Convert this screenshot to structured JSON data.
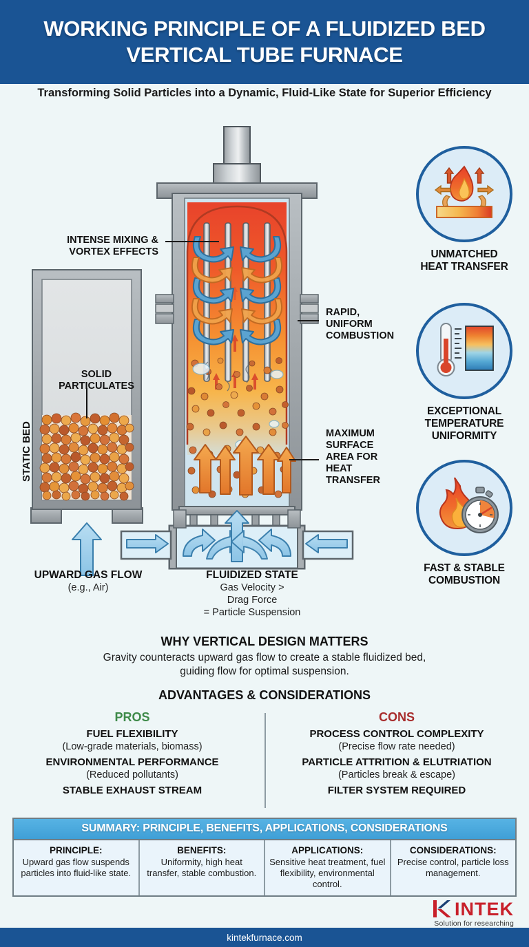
{
  "header": {
    "title": "WORKING PRINCIPLE OF A FLUIDIZED BED VERTICAL TUBE FURNACE",
    "subtitle": "Transforming Solid Particles into a Dynamic, Fluid-Like State for Superior Efficiency",
    "bg_color": "#1a5494"
  },
  "diagram": {
    "static_bed_label": "STATIC BED",
    "solid_particulates_label": "SOLID\nPARTICULATES",
    "solid_particulates_line1": "SOLID",
    "solid_particulates_line2": "PARTICULATES",
    "intense_mixing_line1": "INTENSE MIXING &",
    "intense_mixing_line2": "VORTEX EFFECTS",
    "rapid_line1": "RAPID,",
    "rapid_line2": "UNIFORM",
    "rapid_line3": "COMBUSTION",
    "max_surface_line1": "MAXIMUM",
    "max_surface_line2": "SURFACE",
    "max_surface_line3": "AREA FOR",
    "max_surface_line4": "HEAT",
    "max_surface_line5": "TRANSFER",
    "upward_title": "UPWARD GAS FLOW",
    "upward_sub": "(e.g., Air)",
    "fluidized_title": "FLUIDIZED STATE",
    "fluidized_sub1": "Gas Velocity >",
    "fluidized_sub2": "Drag Force",
    "fluidized_sub3": "= Particle Suspension"
  },
  "badges": [
    {
      "icon": "flame-heat-transfer-icon",
      "line1": "UNMATCHED",
      "line2": "HEAT TRANSFER",
      "line3": ""
    },
    {
      "icon": "thermometer-gradient-icon",
      "line1": "EXCEPTIONAL",
      "line2": "TEMPERATURE",
      "line3": "UNIFORMITY"
    },
    {
      "icon": "flame-stopwatch-icon",
      "line1": "FAST & STABLE",
      "line2": "COMBUSTION",
      "line3": ""
    }
  ],
  "why": {
    "heading": "WHY VERTICAL DESIGN MATTERS",
    "line1": "Gravity counteracts upward gas flow to create a stable fluidized bed,",
    "line2": "guiding flow for optimal suspension."
  },
  "advantages": {
    "heading": "ADVANTAGES & CONSIDERATIONS",
    "pros": {
      "title": "PROS",
      "color": "#3e8a49",
      "items": [
        {
          "title": "FUEL FLEXIBILITY",
          "sub": "(Low-grade materials, biomass)"
        },
        {
          "title": "ENVIRONMENTAL PERFORMANCE",
          "sub": "(Reduced pollutants)"
        },
        {
          "title": "STABLE EXHAUST STREAM",
          "sub": ""
        }
      ]
    },
    "cons": {
      "title": "CONS",
      "color": "#a82d2d",
      "items": [
        {
          "title": "PROCESS CONTROL COMPLEXITY",
          "sub": "(Precise flow rate needed)"
        },
        {
          "title": "PARTICLE ATTRITION & ELUTRIATION",
          "sub": "(Particles break & escape)"
        },
        {
          "title": "FILTER SYSTEM REQUIRED",
          "sub": ""
        }
      ]
    }
  },
  "summary": {
    "heading": "SUMMARY: PRINCIPLE, BENEFITS, APPLICATIONS, CONSIDERATIONS",
    "cells": [
      {
        "title": "PRINCIPLE:",
        "desc": "Upward gas flow suspends particles into fluid-like state."
      },
      {
        "title": "BENEFITS:",
        "desc": "Uniformity, high heat transfer, stable combustion."
      },
      {
        "title": "APPLICATIONS:",
        "desc": "Sensitive heat treatment, fuel flexibility, environmental control."
      },
      {
        "title": "CONSIDERATIONS:",
        "desc": "Precise control, particle loss management."
      }
    ]
  },
  "footer": {
    "brand": "KINTEK",
    "brand_k": "K",
    "brand_rest": "INTEK",
    "tagline": "Solution for researching",
    "website": "kintekfurnace.com"
  }
}
